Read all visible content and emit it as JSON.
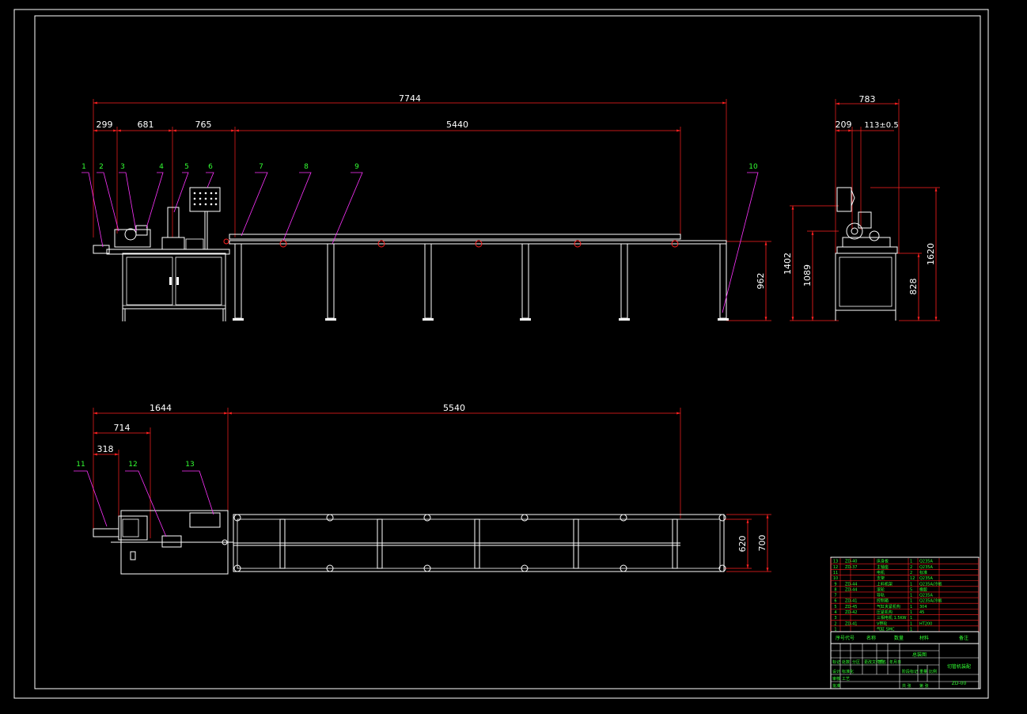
{
  "colors": {
    "background": "#000000",
    "outline": "#ffffff",
    "dimension": "#ff2020",
    "leader": "#ff33ff",
    "callout_text": "#33ff33"
  },
  "front_view": {
    "dims": {
      "overall": "7744",
      "d299": "299",
      "d681": "681",
      "d765": "765",
      "d5440": "5440",
      "height_962": "962"
    },
    "callouts": [
      "1",
      "2",
      "3",
      "4",
      "5",
      "6",
      "7",
      "8",
      "9",
      "10"
    ]
  },
  "side_view": {
    "dims": {
      "width": "783",
      "d209": "209",
      "d113": "113±0.5",
      "h1402": "1402",
      "h1089": "1089",
      "h828": "828",
      "h1620": "1620"
    }
  },
  "top_view": {
    "dims": {
      "d1644": "1644",
      "d5540": "5540",
      "d714": "714",
      "d318": "318",
      "w620": "620",
      "w700": "700"
    },
    "callouts": [
      "11",
      "12",
      "13"
    ]
  },
  "title_block": {
    "rows": [
      {
        "no": "13",
        "code": "ZD-40",
        "name": "床身板",
        "qty": "1",
        "material": "Q235A"
      },
      {
        "no": "12",
        "code": "ZD-37",
        "name": "主轴座",
        "qty": "2",
        "material": "Q235A"
      },
      {
        "no": "11",
        "code": "",
        "name": "电机",
        "qty": "2",
        "material": "标准"
      },
      {
        "no": "10",
        "code": "",
        "name": "支架",
        "qty": "12",
        "material": "Q235A"
      },
      {
        "no": "9",
        "code": "ZD-44",
        "name": "上料机架",
        "qty": "1",
        "material": "Q235A/冷板"
      },
      {
        "no": "8",
        "code": "ZD-44",
        "name": "滚轮",
        "qty": "5",
        "material": "橡胶"
      },
      {
        "no": "7",
        "code": "",
        "name": "导轨",
        "qty": "1",
        "material": "Q235A"
      },
      {
        "no": "6",
        "code": "ZD-41",
        "name": "控制箱",
        "qty": "1",
        "material": "Q235A/冷板"
      },
      {
        "no": "5",
        "code": "ZD-45",
        "name": "气缸夹紧机构",
        "qty": "1",
        "material": "304"
      },
      {
        "no": "4",
        "code": "ZD-42",
        "name": "压紧机构",
        "qty": "1",
        "material": "45"
      },
      {
        "no": "3",
        "code": "",
        "name": "三相电机 1.5KW",
        "qty": "1",
        "material": ""
      },
      {
        "no": "2",
        "code": "ZD-41",
        "name": "V带轮",
        "qty": "1",
        "material": "HT200"
      },
      {
        "no": "1",
        "code": "",
        "name": "气缸 SMC",
        "qty": "1",
        "material": ""
      }
    ],
    "header": [
      "序号",
      "代号",
      "名称",
      "数量",
      "材料",
      "备注"
    ],
    "drawing_name": "总装图",
    "machine_name": "切管机装配",
    "drawing_no": "ZD-00",
    "labels": [
      "标记",
      "处数",
      "分区",
      "更改文件号",
      "签名",
      "年月日",
      "设计",
      "标准化",
      "阶段标记",
      "重量",
      "比例",
      "审核",
      "工艺",
      "批准",
      "共 张",
      "第 张"
    ]
  }
}
